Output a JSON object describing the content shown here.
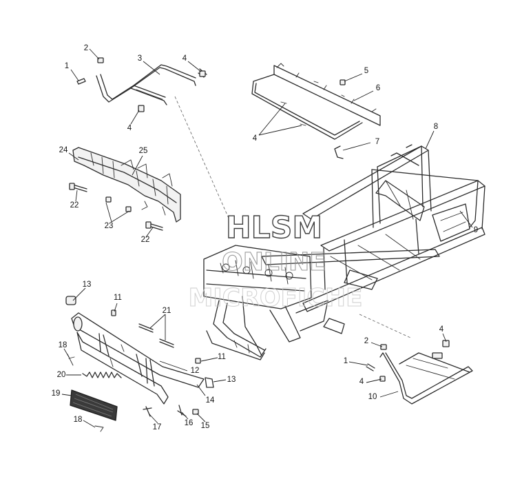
{
  "diagram": {
    "callouts": {
      "c1a": "1",
      "c2a": "2",
      "c3": "3",
      "c4a": "4",
      "c4b": "4",
      "c5": "5",
      "c6": "6",
      "c4c": "4",
      "c7": "7",
      "c8": "8",
      "c9": "9",
      "c24": "24",
      "c25": "25",
      "c22a": "22",
      "c23": "23",
      "c22b": "22",
      "c13a": "13",
      "c11a": "11",
      "c21": "21",
      "c18a": "18",
      "c11b": "11",
      "c12": "12",
      "c20": "20",
      "c13b": "13",
      "c19": "19",
      "c14": "14",
      "c18b": "18",
      "c17": "17",
      "c16": "16",
      "c15": "15",
      "c4d": "4",
      "c2b": "2",
      "c1b": "1",
      "c4e": "4",
      "c10": "10"
    },
    "watermark": {
      "line1": "HLSM",
      "line2": "ONLINE",
      "line3": "MICROFICHE"
    }
  }
}
